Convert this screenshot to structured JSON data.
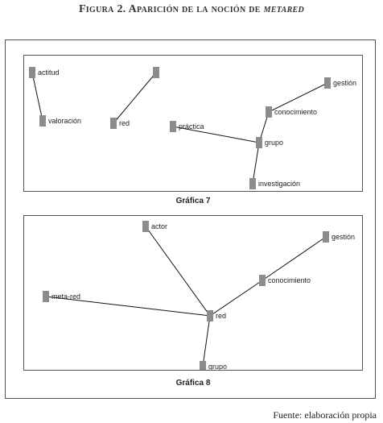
{
  "figure": {
    "prefix": "Figura 2. Aparición de la noción de ",
    "emph": "metared"
  },
  "graphs": [
    {
      "caption": "Gráfica 7",
      "nodes": [
        {
          "id": "actitud",
          "label": "actitud"
        },
        {
          "id": "valoracion",
          "label": "valoración"
        },
        {
          "id": "n_unlabeled",
          "label": ""
        },
        {
          "id": "red",
          "label": "red"
        },
        {
          "id": "practica",
          "label": "práctica"
        },
        {
          "id": "conocimiento",
          "label": "conocimiento"
        },
        {
          "id": "gestion",
          "label": "gestión"
        },
        {
          "id": "grupo",
          "label": "grupo"
        },
        {
          "id": "investigacion",
          "label": "investigación"
        }
      ],
      "edges": [
        [
          "actitud",
          "valoracion"
        ],
        [
          "n_unlabeled",
          "red"
        ],
        [
          "gestion",
          "conocimiento"
        ],
        [
          "conocimiento",
          "grupo"
        ],
        [
          "practica",
          "grupo"
        ],
        [
          "grupo",
          "investigacion"
        ]
      ]
    },
    {
      "caption": "Gráfica 8",
      "nodes": [
        {
          "id": "actor",
          "label": "actor"
        },
        {
          "id": "gestion",
          "label": "gestión"
        },
        {
          "id": "conocimiento",
          "label": "conocimiento"
        },
        {
          "id": "metared",
          "label": "meta-red"
        },
        {
          "id": "red",
          "label": "red"
        },
        {
          "id": "grupo",
          "label": "grupo"
        }
      ],
      "edges": [
        [
          "actor",
          "red"
        ],
        [
          "gestion",
          "conocimiento"
        ],
        [
          "conocimiento",
          "red"
        ],
        [
          "metared",
          "red"
        ],
        [
          "red",
          "grupo"
        ]
      ]
    }
  ],
  "source": "Fuente: elaboración propia"
}
